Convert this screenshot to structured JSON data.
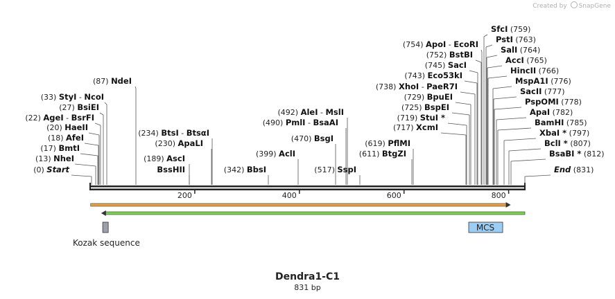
{
  "credit": {
    "text": "Created by",
    "brand": "SnapGene",
    "logo_icon": "snapgene-logo-icon"
  },
  "plasmid": {
    "name": "Dendra1-C1",
    "length_label": "831 bp"
  },
  "sequence_length": 831,
  "ruler_ticks": [
    "200",
    "400",
    "600",
    "800"
  ],
  "sites": [
    {
      "pos": "(0)",
      "name": "Start",
      "italic": true
    },
    {
      "pos": "(13)",
      "name": "NheI"
    },
    {
      "pos": "(17)",
      "name": "BmtI"
    },
    {
      "pos": "(18)",
      "name": "AfeI"
    },
    {
      "pos": "(20)",
      "name": "HaeII"
    },
    {
      "pos": "(22)",
      "name": "AgeI",
      "name2": "BsrFI"
    },
    {
      "pos": "(27)",
      "name": "BsiEI"
    },
    {
      "pos": "(33)",
      "name": "StyI",
      "name2": "NcoI"
    },
    {
      "pos": "(87)",
      "name": "NdeI"
    },
    {
      "pos": "(189)",
      "name": "AscI"
    },
    {
      "pos": "",
      "name": "BssHII"
    },
    {
      "pos": "(230)",
      "name": "ApaLI"
    },
    {
      "pos": "(234)",
      "name": "BtsI",
      "name2": "BtsαI"
    },
    {
      "pos": "(342)",
      "name": "BbsI"
    },
    {
      "pos": "(399)",
      "name": "AclI"
    },
    {
      "pos": "(470)",
      "name": "BsgI"
    },
    {
      "pos": "(490)",
      "name": "PmlI",
      "name2": "BsaAI"
    },
    {
      "pos": "(492)",
      "name": "AleI",
      "name2": "MslI"
    },
    {
      "pos": "(517)",
      "name": "SspI"
    },
    {
      "pos": "(611)",
      "name": "BtgZI"
    },
    {
      "pos": "(619)",
      "name": "PflMI"
    },
    {
      "pos": "(717)",
      "name": "XcmI"
    },
    {
      "pos": "(719)",
      "name": "StuI *"
    },
    {
      "pos": "(725)",
      "name": "BspEI"
    },
    {
      "pos": "(729)",
      "name": "BpuEI"
    },
    {
      "pos": "(738)",
      "name": "XhoI",
      "name2": "PaeR7I"
    },
    {
      "pos": "(743)",
      "name": "Eco53kI"
    },
    {
      "pos": "(745)",
      "name": "SacI"
    },
    {
      "pos": "(752)",
      "name": "BstBI"
    },
    {
      "pos": "(754)",
      "name": "ApoI",
      "name2": "EcoRI"
    },
    {
      "pos": "(759)",
      "name": "SfcI"
    },
    {
      "pos": "(763)",
      "name": "PstI"
    },
    {
      "pos": "(764)",
      "name": "SalI"
    },
    {
      "pos": "(765)",
      "name": "AccI"
    },
    {
      "pos": "(766)",
      "name": "HincII"
    },
    {
      "pos": "(776)",
      "name": "MspA1I"
    },
    {
      "pos": "(777)",
      "name": "SacII"
    },
    {
      "pos": "(778)",
      "name": "PspOMI"
    },
    {
      "pos": "(782)",
      "name": "ApaI"
    },
    {
      "pos": "(785)",
      "name": "BamHI"
    },
    {
      "pos": "(797)",
      "name": "XbaI *"
    },
    {
      "pos": "(807)",
      "name": "BclI *"
    },
    {
      "pos": "(812)",
      "name": "BsaBI *"
    },
    {
      "pos": "(831)",
      "name": "End",
      "italic": true
    }
  ],
  "features": {
    "cds_forward": {
      "start": 1,
      "end": 804,
      "color": "#f0a13c",
      "direction": "forward"
    },
    "cds_reverse": {
      "start": 21,
      "end": 831,
      "color": "#7cd64a",
      "direction": "reverse"
    },
    "kozak": {
      "label": "Kozak sequence",
      "start": 28,
      "end": 38,
      "color": "#9aa1aa"
    },
    "mcs": {
      "label": "MCS",
      "start": 730,
      "end": 796,
      "color": "#9ccdf5"
    }
  }
}
